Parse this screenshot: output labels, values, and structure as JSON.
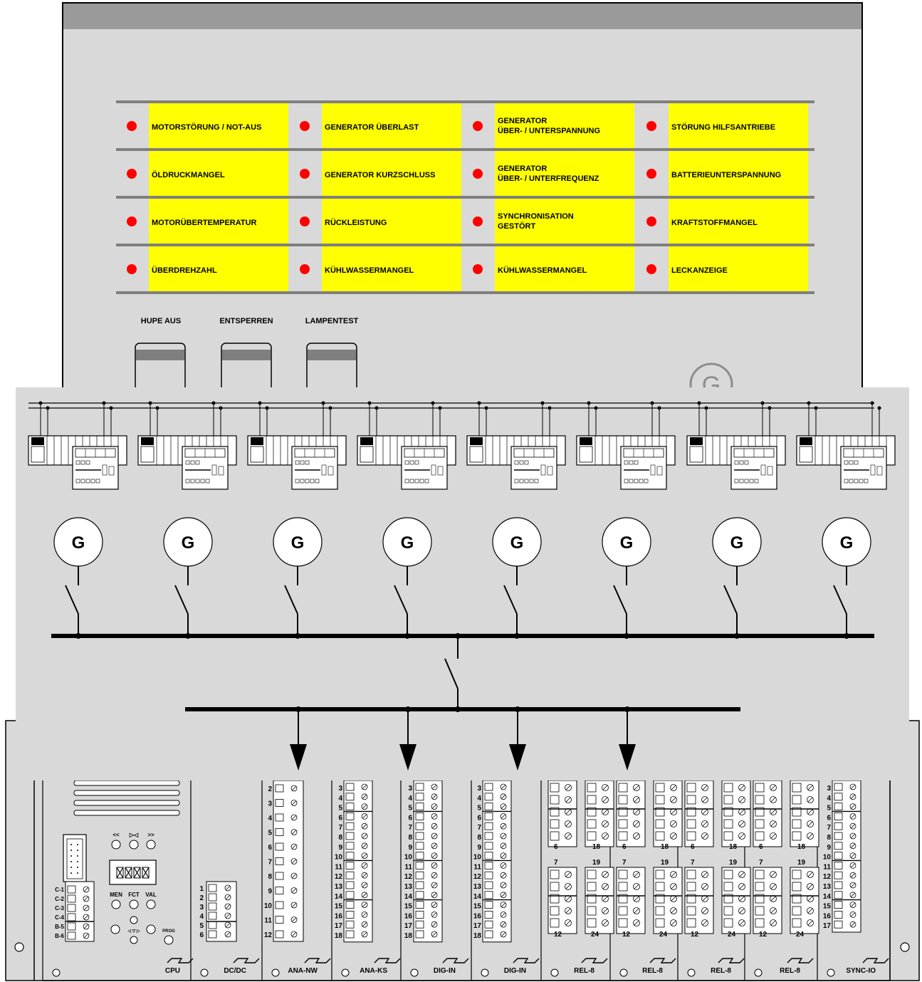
{
  "annunciator": {
    "rows": [
      [
        "MOTORSTÖRUNG / NOT-AUS",
        "GENERATOR  ÜBERLAST",
        "GENERATOR\nÜBER- / UNTERSPANNUNG",
        "STÖRUNG HILFSANTRIEBE"
      ],
      [
        "ÖLDRUCKMANGEL",
        "GENERATOR KURZSCHLUSS",
        "GENERATOR\nÜBER- / UNTERFREQUENZ",
        "BATTERIEUNTERSPANNUNG"
      ],
      [
        "MOTORÜBERTEMPERATUR",
        "RÜCKLEISTUNG",
        "SYNCHRONISATION\nGESTÖRT",
        "KRAFTSTOFFMANGEL"
      ],
      [
        "ÜBERDREHZAHL",
        "KÜHLWASSERMANGEL",
        "KÜHLWASSERMANGEL",
        "LECKANZEIGE"
      ]
    ],
    "buttons": [
      "HUPE AUS",
      "ENTSPERREN",
      "LAMPENTEST"
    ],
    "logo": "G",
    "colors": {
      "panel": "#d9d9d9",
      "header": "#9a9a9a",
      "label": "#ffff00",
      "lamp": "#ff0000"
    }
  },
  "schematic": {
    "generator_symbol": "G",
    "generator_count": 8,
    "feeder_count": 4
  },
  "rack": {
    "modules": [
      "CPU",
      "DC/DC",
      "ANA-NW",
      "ANA-KS",
      "DIG-IN",
      "DIG-IN",
      "REL-8",
      "REL-8",
      "REL-8",
      "REL-8",
      "SYNC-IO"
    ],
    "cpu": {
      "nav_top": [
        "<<",
        "▷◁",
        ">>"
      ],
      "nav_mid": [
        "MEN",
        "FCT",
        "VAL"
      ],
      "prog": "PROG",
      "display": "XXXX",
      "terminal_labels": [
        "C-1",
        "C-2",
        "C-3",
        "C-4",
        "B-5",
        "B-6"
      ]
    },
    "dcdc_terminals": [
      "1",
      "2",
      "3",
      "4",
      "5",
      "6"
    ],
    "ana_nw_terminals": [
      "2",
      "3",
      "4",
      "5",
      "6",
      "7",
      "8",
      "9",
      "10",
      "11",
      "12"
    ],
    "ana_terminals": [
      "3",
      "4",
      "5",
      "6",
      "7",
      "8",
      "9",
      "10",
      "11",
      "12",
      "13",
      "14",
      "15",
      "16",
      "17",
      "18"
    ],
    "sync_terminals": [
      "3",
      "4",
      "5",
      "6",
      "7",
      "8",
      "9",
      "10",
      "11",
      "12",
      "13",
      "14",
      "15",
      "16",
      "17"
    ],
    "rel_numbers": {
      "top_left": "6",
      "top_right": "18",
      "mid_left": "7",
      "mid_right": "19",
      "bottom_left": "12",
      "bottom_right": "24"
    }
  }
}
